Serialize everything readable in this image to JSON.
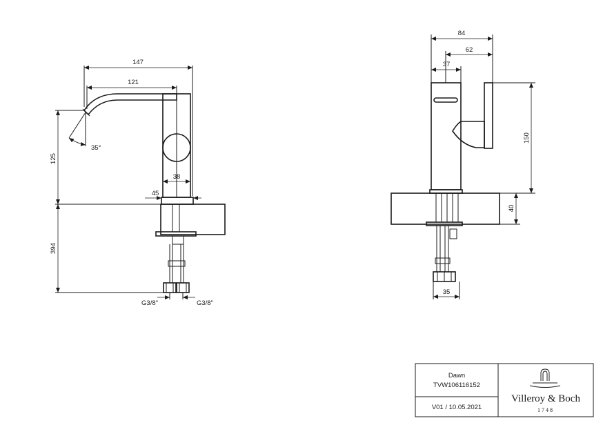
{
  "side_view": {
    "dims": {
      "d147": "147",
      "d121": "121",
      "d125": "125",
      "d35deg": "35°",
      "d38": "38",
      "d45": "45",
      "d394": "394",
      "g_left": "G3/8\"",
      "g_right": "G3/8\""
    }
  },
  "front_view": {
    "dims": {
      "d84": "84",
      "d62": "62",
      "d37": "37",
      "d150": "150",
      "d40": "40",
      "d35": "35"
    }
  },
  "title_block": {
    "product": "Dawn",
    "code": "TVW106116152",
    "version": "V01 / 10.05.2021",
    "brand": "Villeroy & Boch",
    "year": "1748"
  }
}
